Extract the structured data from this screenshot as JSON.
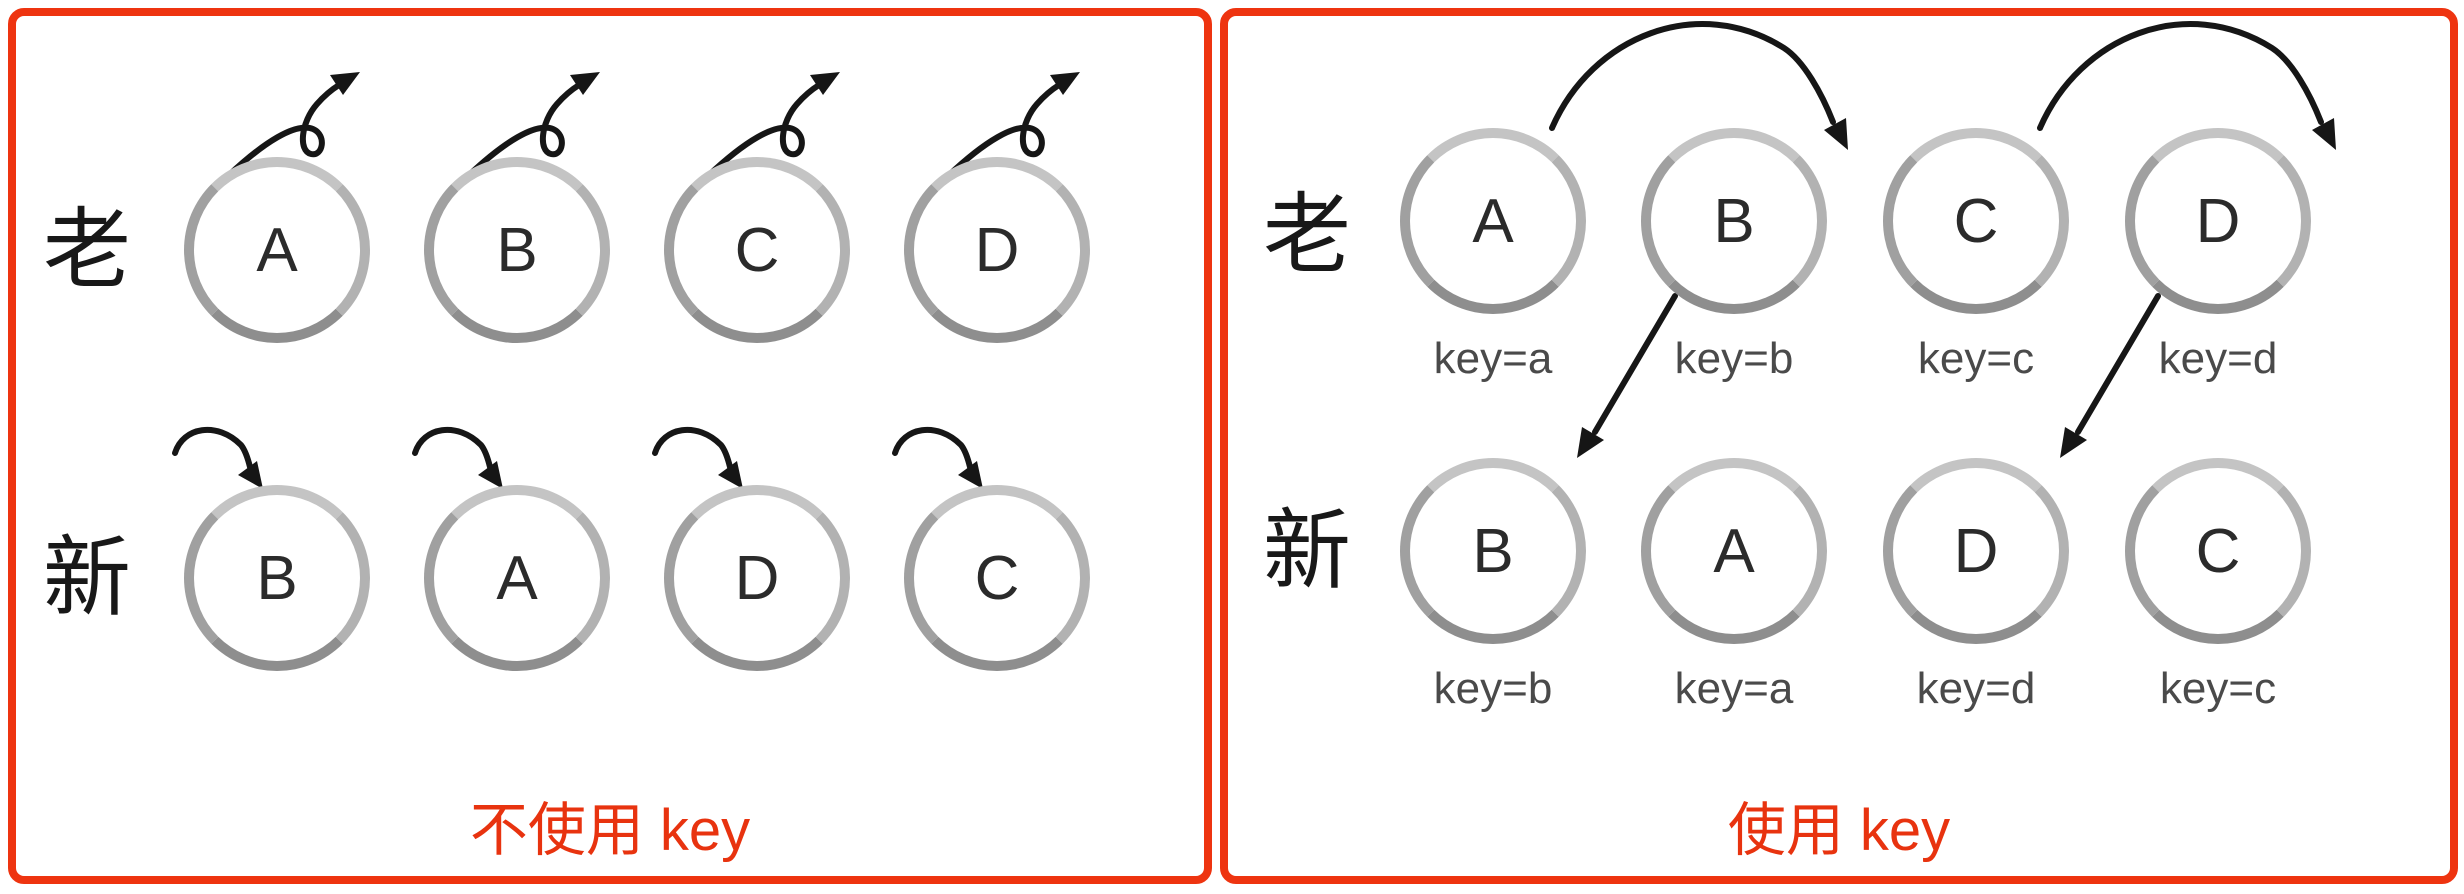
{
  "colors": {
    "frame_red": "#ee3410",
    "caption_red": "#e8330f",
    "ring_gray": "#a0a0a0",
    "ink_black": "#161616",
    "key_gray": "#4a4a4a"
  },
  "left_panel": {
    "caption": "不使用 key",
    "old_label": "老",
    "new_label": "新",
    "old_row": [
      "A",
      "B",
      "C",
      "D"
    ],
    "new_row": [
      "B",
      "A",
      "D",
      "C"
    ]
  },
  "right_panel": {
    "caption": "使用 key",
    "old_label": "老",
    "new_label": "新",
    "old_row": [
      {
        "letter": "A",
        "key": "key=a"
      },
      {
        "letter": "B",
        "key": "key=b"
      },
      {
        "letter": "C",
        "key": "key=c"
      },
      {
        "letter": "D",
        "key": "key=d"
      }
    ],
    "new_row": [
      {
        "letter": "B",
        "key": "key=b"
      },
      {
        "letter": "A",
        "key": "key=a"
      },
      {
        "letter": "D",
        "key": "key=d"
      },
      {
        "letter": "C",
        "key": "key=c"
      }
    ]
  }
}
